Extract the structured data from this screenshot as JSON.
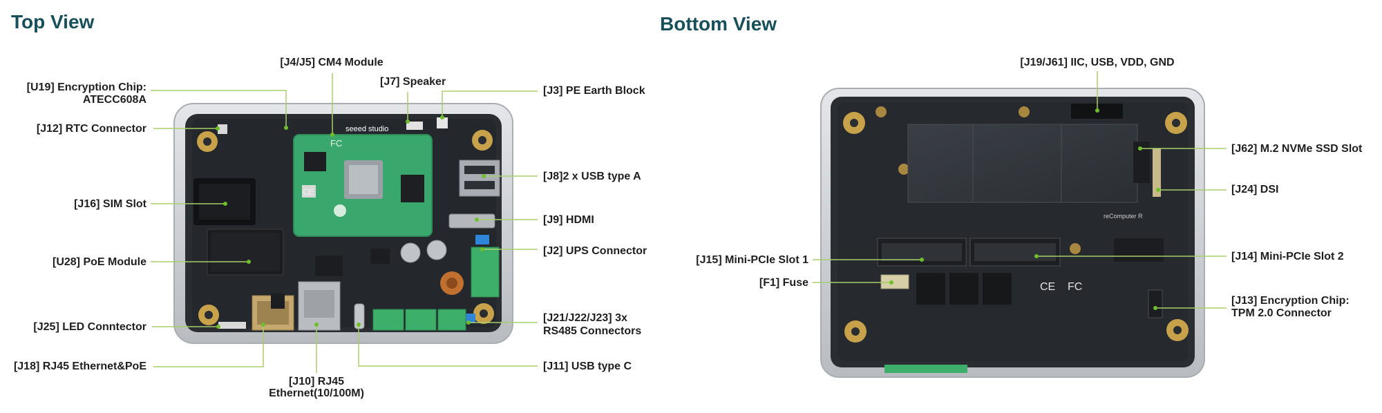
{
  "top_view": {
    "title": "Top View",
    "board_silk": "seeed studio",
    "labels": {
      "cm4": "[J4/J5] CM4 Module",
      "u19_l1": "[U19] Encryption Chip:",
      "u19_l2": "ATECC608A",
      "speaker": "[J7] Speaker",
      "pe": "[J3] PE Earth Block",
      "rtc": "[J12] RTC Connector",
      "usb_a": "[J8]2 x USB type A",
      "sim": "[J16] SIM Slot",
      "hdmi": "[J9] HDMI",
      "ups": "[J2] UPS Connector",
      "poe": "[U28] PoE Module",
      "rs485_l1": "[J21/J22/J23] 3x",
      "rs485_l2": "RS485 Connectors",
      "led": "[J25] LED Conntector",
      "rj45poe": "[J18] RJ45 Ethernet&PoE",
      "rj45_l1": "[J10] RJ45",
      "rj45_l2": "Ethernet(10/100M)",
      "usbc": "[J11] USB type C"
    }
  },
  "bottom_view": {
    "title": "Bottom View",
    "board_silk": "reComputer R",
    "labels": {
      "iic": "[J19/J61] IIC, USB, VDD, GND",
      "nvme": "[J62] M.2 NVMe SSD Slot",
      "dsi": "[J24] DSI",
      "pcie1": "[J15] Mini-PCIe Slot 1",
      "pcie2": "[J14] Mini-PCIe Slot 2",
      "fuse": "[F1] Fuse",
      "j13_l1": "[J13] Encryption Chip:",
      "j13_l2": "TPM 2.0 Connector"
    }
  },
  "colors": {
    "title": "#16505a",
    "leader_line": "#a8cf6a",
    "leader_dot": "#6fbf2a",
    "pcb": "#26292d",
    "enclosure": "#c9ccd0",
    "cm4_green": "#3aa76d",
    "terminal_green": "#3daf6a"
  }
}
